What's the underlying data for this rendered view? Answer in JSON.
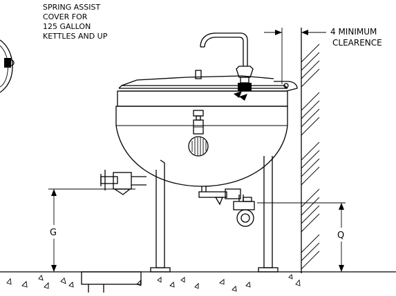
{
  "note": {
    "lines": [
      "SPRING ASSIST",
      "COVER FOR",
      "125 GALLON",
      "KETTLES AND UP"
    ]
  },
  "clearance": {
    "lines": [
      "4  MINIMUM",
      "CLEARENCE"
    ]
  },
  "dimensions": {
    "g_label": "G",
    "q_label": "Q"
  }
}
